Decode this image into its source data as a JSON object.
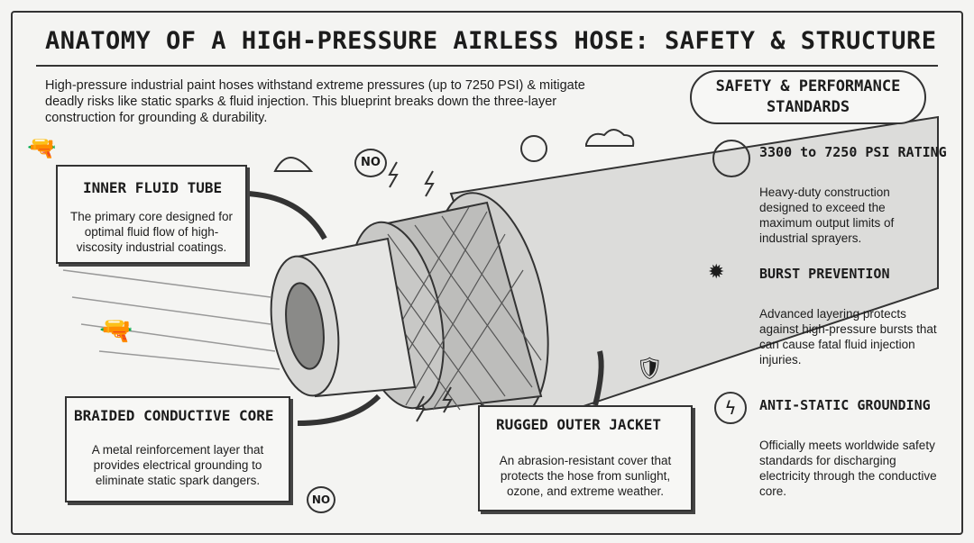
{
  "title": "ANATOMY OF A HIGH-PRESSURE AIRLESS HOSE: SAFETY & STRUCTURE",
  "intro": "High-pressure industrial paint hoses withstand extreme pressures (up to 7250 PSI) & mitigate deadly risks like static sparks & fluid injection. This blueprint breaks down the three-layer construction for grounding & durability.",
  "callouts": [
    {
      "title": "INNER FLUID TUBE",
      "text": "The primary core designed for optimal fluid flow of high-viscosity industrial coatings."
    },
    {
      "title": "BRAIDED CONDUCTIVE CORE",
      "text": "A metal reinforcement layer that provides electrical grounding to eliminate static spark dangers."
    },
    {
      "title": "RUGGED OUTER JACKET",
      "text": "An abrasion-resistant cover that protects the hose from sunlight, ozone, and extreme weather."
    }
  ],
  "standards": {
    "heading": "SAFETY & PERFORMANCE STANDARDS",
    "items": [
      {
        "icon": "pressure-gauge-icon",
        "title": "3300 to 7250 PSI RATING",
        "text": "Heavy-duty construction designed to exceed the maximum output limits of industrial sprayers."
      },
      {
        "icon": "burst-pipe-icon",
        "title": "BURST PREVENTION",
        "text": "Advanced layering protects against high-pressure bursts that can cause fatal fluid injection injuries."
      },
      {
        "icon": "lightning-ground-icon",
        "title": "ANTI-STATIC GROUNDING",
        "text": "Officially meets worldwide safety standards for discharging electricity through the conductive core."
      }
    ]
  },
  "badges": {
    "no_top": "NO",
    "no_bottom": "NO"
  }
}
